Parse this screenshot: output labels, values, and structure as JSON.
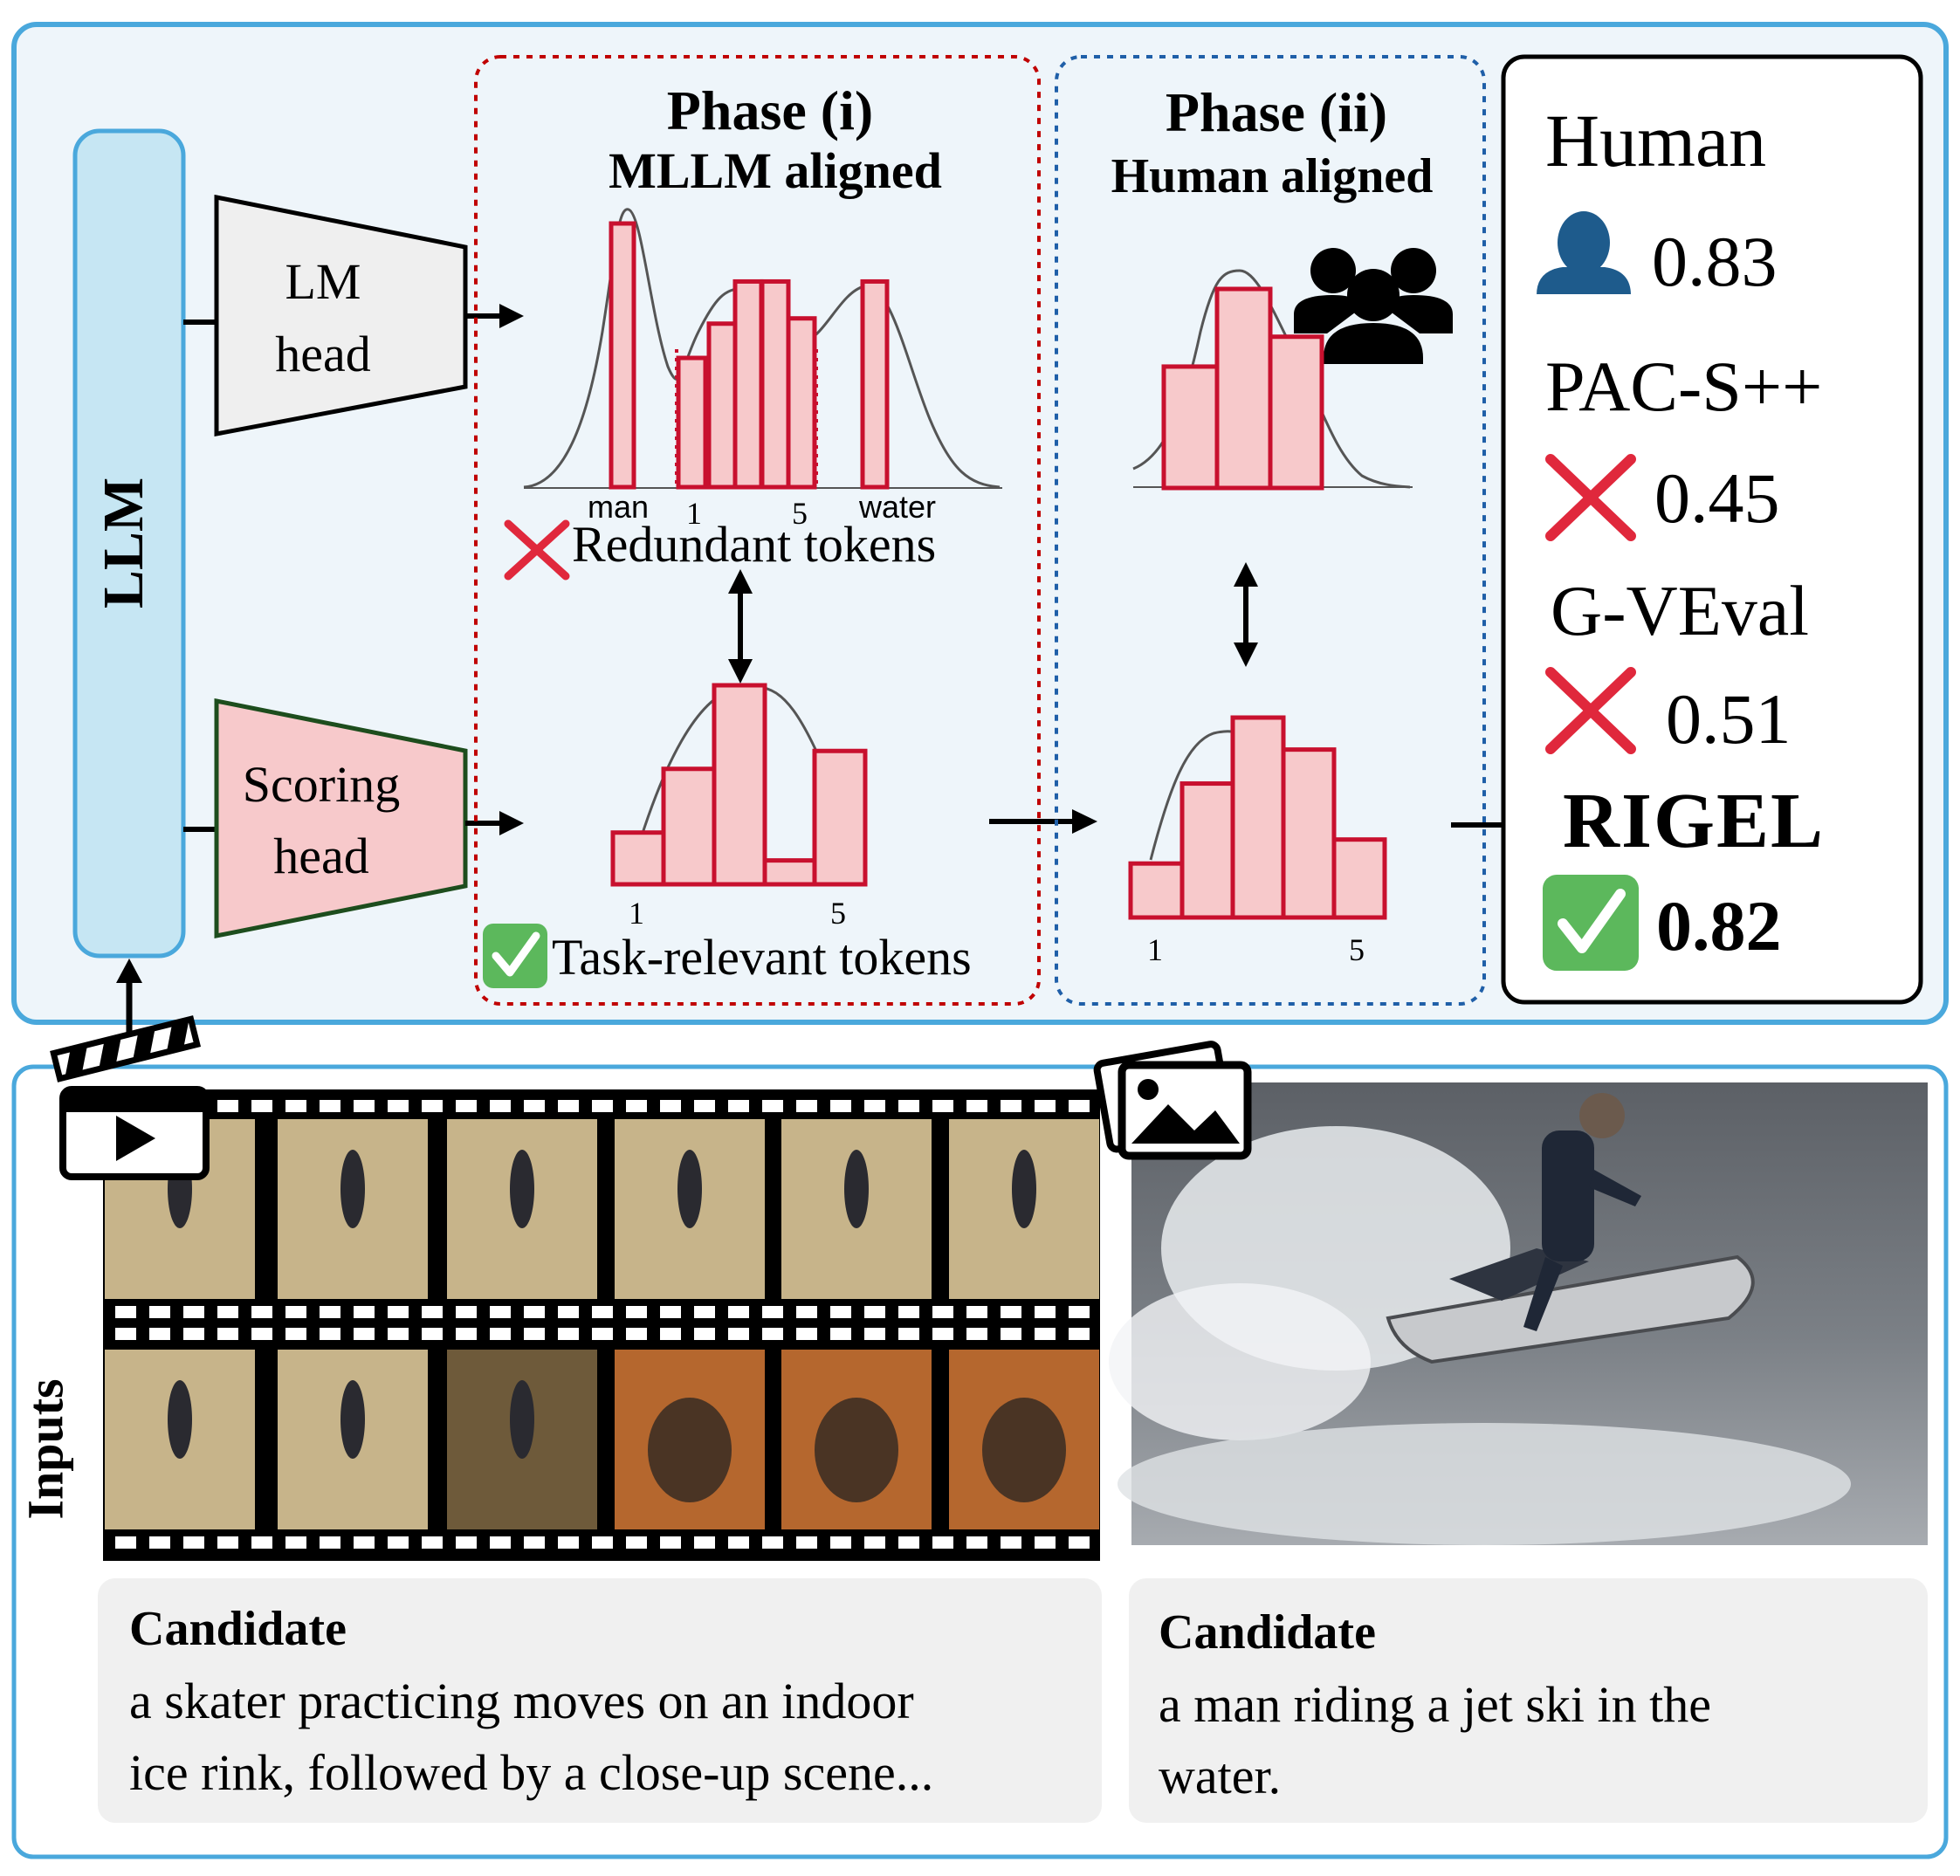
{
  "llm": {
    "label": "LLM"
  },
  "lm_head": {
    "line1": "LM",
    "line2": "head"
  },
  "scoring_head": {
    "line1": "Scoring",
    "line2": "head"
  },
  "phase1": {
    "title": "Phase (i)",
    "subtitle": "MLLM aligned",
    "top_labels": {
      "man": "man",
      "one": "1",
      "five": "5",
      "water": "water"
    },
    "redundant_label": "Redundant tokens",
    "bottom_labels": {
      "one": "1",
      "five": "5"
    },
    "task_label": "Task-relevant tokens"
  },
  "phase2": {
    "title": "Phase (ii)",
    "subtitle": "Human aligned",
    "bottom_labels": {
      "one": "1",
      "five": "5"
    }
  },
  "scores": {
    "human_label": "Human",
    "human_value": "0.83",
    "pacs_label": "PAC-S++",
    "pacs_value": "0.45",
    "geval_label": "G-VEval",
    "geval_value": "0.51",
    "rigel_label": "RIGEL",
    "rigel_value": "0.82"
  },
  "inputs": {
    "label": "Inputs",
    "video_candidate_title": "Candidate",
    "video_candidate_text_line1": "a skater practicing moves on an indoor",
    "video_candidate_text_line2": "ice rink, followed by a close-up scene...",
    "image_candidate_title": "Candidate",
    "image_candidate_text_line1": "a man riding a jet ski in the",
    "image_candidate_text_line2": "water."
  },
  "colors": {
    "panel_border": "#4aa8dc",
    "panel_bg": "#eef5fa",
    "llm_fill": "#c6e6f3",
    "bar_fill": "#f7c9cb",
    "bar_stroke": "#c8102e",
    "red_x": "#e0283c",
    "green_check": "#5cb85c",
    "phase1_border": "#c00000",
    "phase2_border": "#1f5fa8",
    "person_icon": "#1e5b8c",
    "scoring_head_fill": "#f7c9cb",
    "scoring_head_stroke": "#1d4d1d"
  },
  "icons": {
    "human": "person-icon",
    "group": "people-group-icon",
    "cross": "x-mark-icon",
    "check": "check-box-icon",
    "video": "clapperboard-icon",
    "image": "picture-icon"
  },
  "chart_data": [
    {
      "type": "bar",
      "name": "phase1-top-token-distribution",
      "categories": [
        "man",
        "b2",
        "1",
        "b4",
        "b5",
        "b6",
        "5",
        "b8",
        "water"
      ],
      "values": [
        1.0,
        0.0,
        0.49,
        0.62,
        0.78,
        0.78,
        0.64,
        0.0,
        0.78
      ],
      "xlabel": "",
      "ylabel": ""
    },
    {
      "type": "bar",
      "name": "phase1-bottom-score-distribution",
      "categories": [
        "1",
        "2",
        "3",
        "4",
        "5"
      ],
      "values": [
        0.26,
        0.58,
        1.0,
        0.12,
        0.67
      ],
      "xlabel": "",
      "ylabel": ""
    },
    {
      "type": "bar",
      "name": "phase2-top-human-distribution",
      "categories": [
        "1",
        "2",
        "3"
      ],
      "values": [
        0.61,
        1.0,
        0.76
      ],
      "xlabel": "",
      "ylabel": ""
    },
    {
      "type": "bar",
      "name": "phase2-bottom-score-distribution",
      "categories": [
        "1",
        "2",
        "3",
        "4",
        "5"
      ],
      "values": [
        0.27,
        0.67,
        1.0,
        0.84,
        0.39
      ],
      "xlabel": "",
      "ylabel": ""
    }
  ]
}
